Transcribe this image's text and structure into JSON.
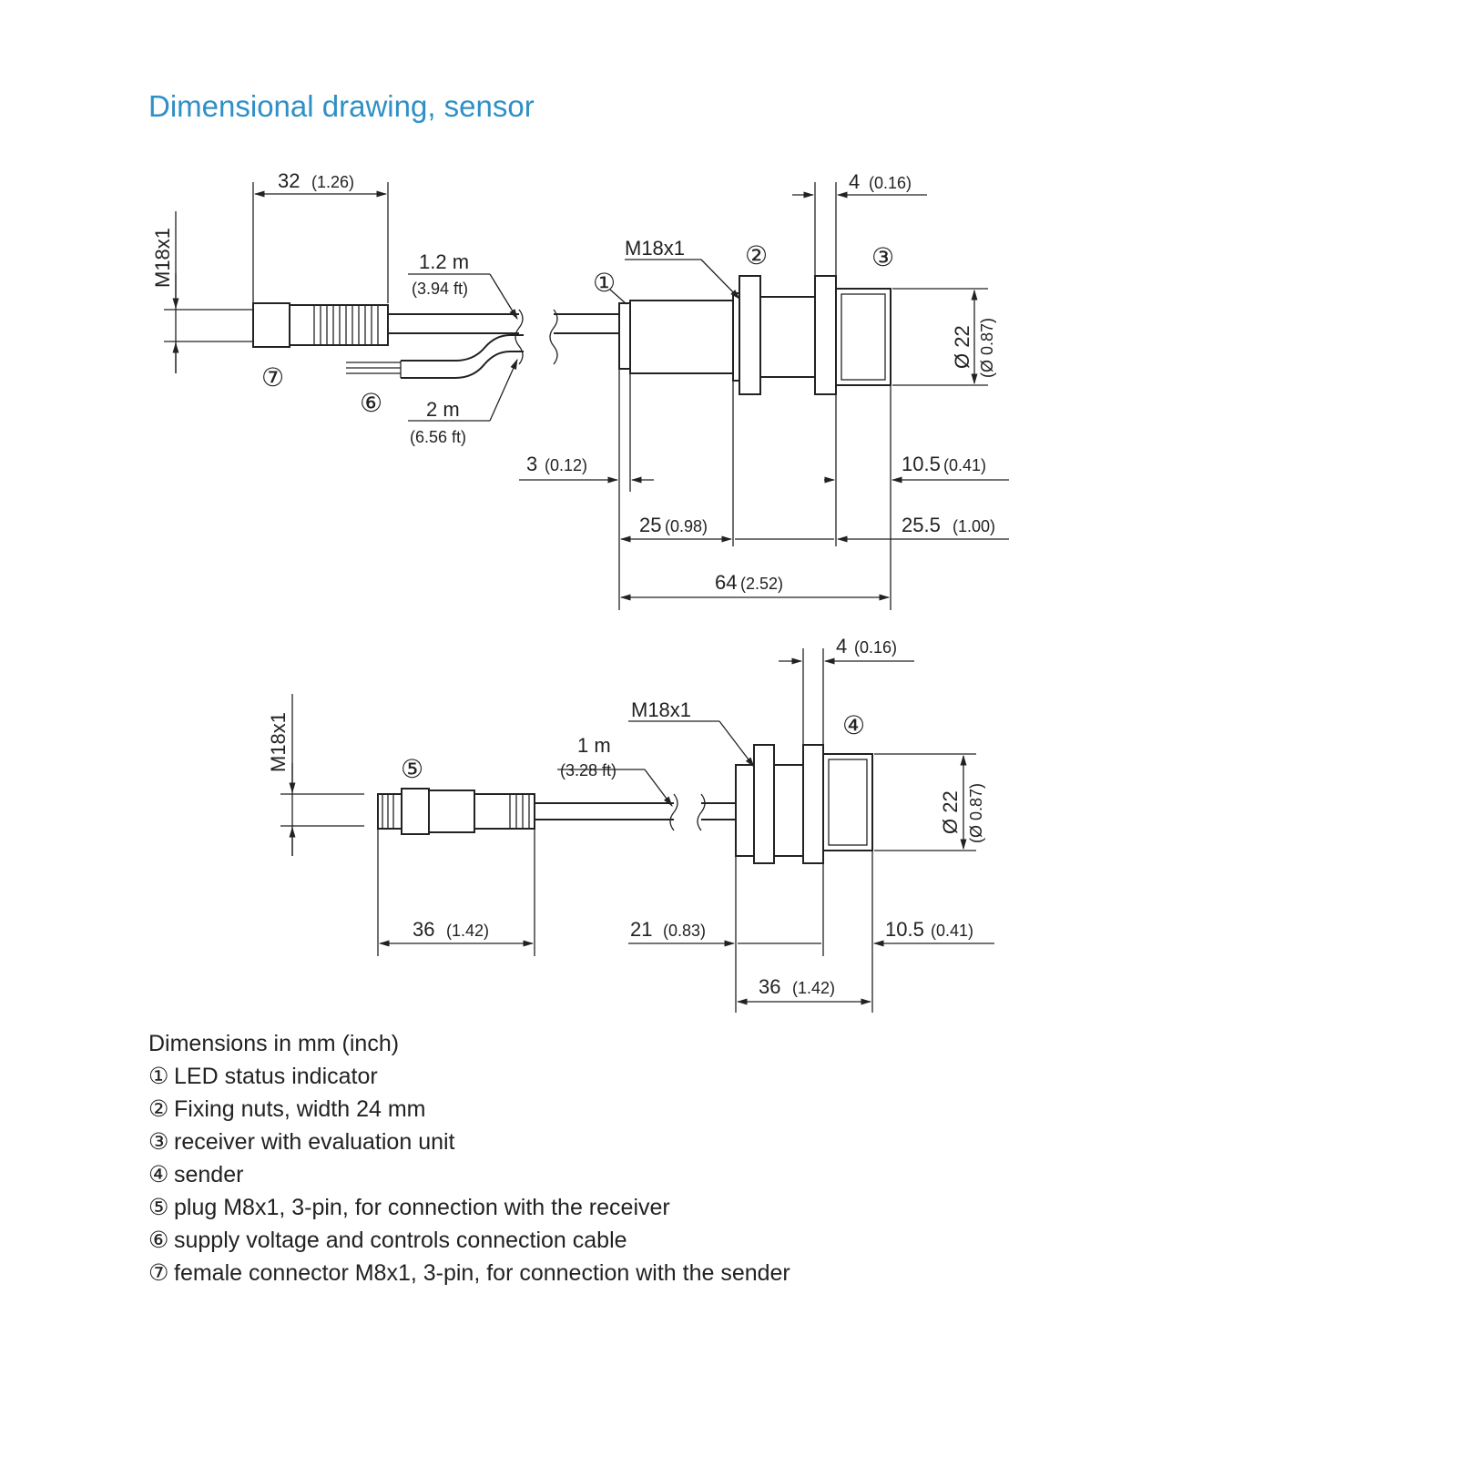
{
  "title": "Dimensional drawing, sensor",
  "receiver": {
    "plug_length": "32",
    "plug_length_in": "(1.26)",
    "thread": "M18x1",
    "cable_1_length": "1.2 m",
    "cable_1_length_ft": "(3.94 ft)",
    "cable_2_length": "2 m",
    "cable_2_length_ft": "(6.56 ft)",
    "body_thread": "M18x1",
    "nut_width": "4",
    "nut_width_in": "(0.16)",
    "diameter": "Ø 22",
    "diameter_in": "(Ø 0.87)",
    "led_offset": "3",
    "led_offset_in": "(0.12)",
    "front_length": "10.5",
    "front_length_in": "(0.41)",
    "thread_length_left": "25",
    "thread_length_left_in": "(0.98)",
    "thread_length_right": "25.5",
    "thread_length_right_in": "(1.00)",
    "total_length": "64",
    "total_length_in": "(2.52)"
  },
  "sender": {
    "thread": "M18x1",
    "plug_length": "36",
    "plug_length_in": "(1.42)",
    "cable_length": "1 m",
    "cable_length_ft": "(3.28 ft)",
    "body_thread": "M18x1",
    "nut_width": "4",
    "nut_width_in": "(0.16)",
    "diameter": "Ø 22",
    "diameter_in": "(Ø 0.87)",
    "rear_length": "21",
    "rear_length_in": "(0.83)",
    "front_length": "10.5",
    "front_length_in": "(0.41)",
    "total_length": "36",
    "total_length_in": "(1.42)"
  },
  "callouts": [
    "①",
    "②",
    "③",
    "④",
    "⑤",
    "⑥",
    "⑦"
  ],
  "legend": {
    "heading": "Dimensions in mm (inch)",
    "items": [
      {
        "mark": "①",
        "text": "LED status indicator"
      },
      {
        "mark": "②",
        "text": "Fixing nuts, width 24 mm"
      },
      {
        "mark": "③",
        "text": "receiver with evaluation unit"
      },
      {
        "mark": "④",
        "text": "sender"
      },
      {
        "mark": "⑤",
        "text": "plug M8x1, 3-pin, for connection with the receiver"
      },
      {
        "mark": "⑥",
        "text": "supply voltage and controls connection cable"
      },
      {
        "mark": "⑦",
        "text": "female connector M8x1, 3-pin, for connection with the sender"
      }
    ]
  },
  "colors": {
    "title": "#2f8fc6",
    "line": "#222222"
  }
}
